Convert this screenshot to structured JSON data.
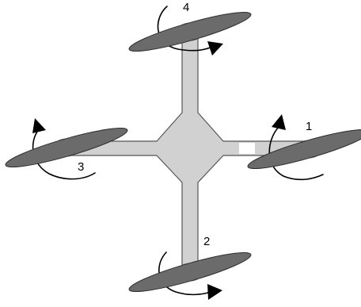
{
  "diagram": {
    "motors": [
      {
        "label": "1"
      },
      {
        "label": "2"
      },
      {
        "label": "3"
      },
      {
        "label": "4"
      }
    ]
  }
}
